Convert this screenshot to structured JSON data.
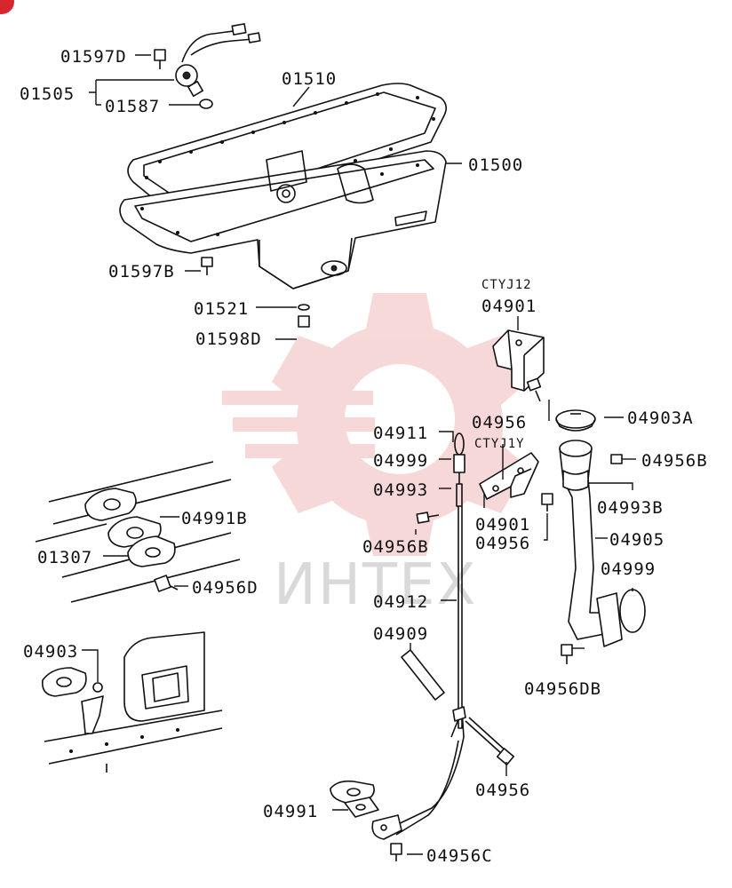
{
  "watermark": {
    "text": "ИНТЕХ",
    "color": "#f2b9b9"
  },
  "labels": {
    "l01597D": "01597D",
    "l01505": "01505",
    "l01510": "01510",
    "l01587": "01587",
    "l01500": "01500",
    "l01597B": "01597B",
    "l01521": "01521",
    "l01598D": "01598D",
    "ctyj12": "CTYJ12",
    "l04901a": "04901",
    "l04956a": "04956",
    "l04903A": "04903A",
    "l04911": "04911",
    "ctyj1y": "CTYJ1Y",
    "l04999a": "04999",
    "l04956Ba": "04956B",
    "l04993": "04993",
    "l04993B": "04993B",
    "l04901b": "04901",
    "l04956b": "04956",
    "l04956Bb": "04956B",
    "l04905": "04905",
    "l04991B": "04991B",
    "l01307": "01307",
    "l04956D": "04956D",
    "l04999b": "04999",
    "l04912": "04912",
    "l04909": "04909",
    "l04903": "04903",
    "l04956DB": "04956DB",
    "l04956c": "04956",
    "l04991": "04991",
    "l04956C": "04956C"
  }
}
